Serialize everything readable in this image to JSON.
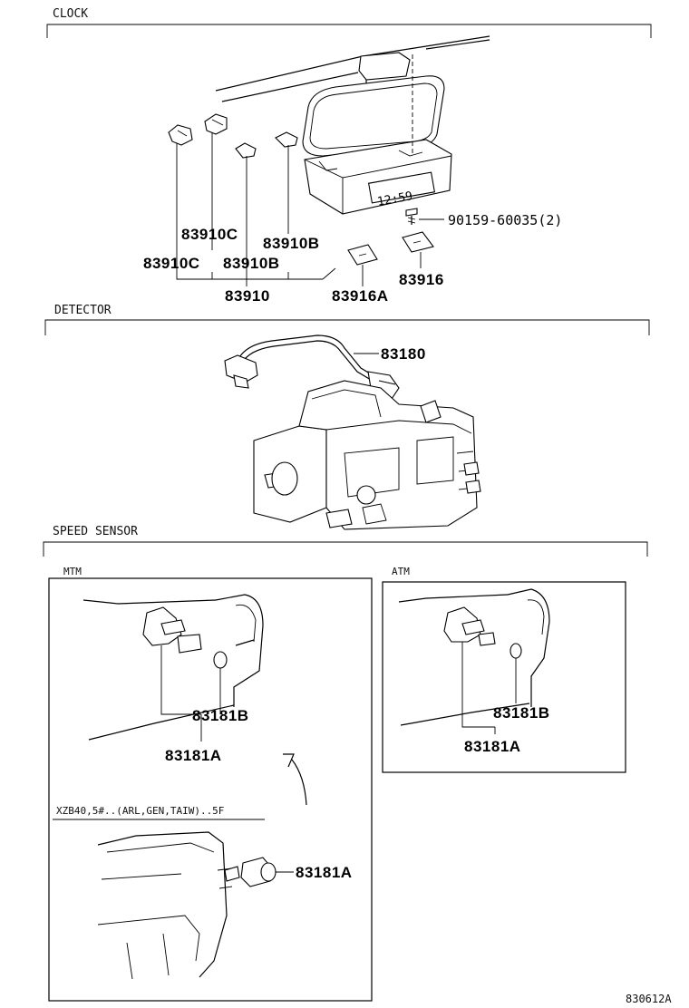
{
  "sections": {
    "clock": "CLOCK",
    "detector": "DETECTOR",
    "speed_sensor": "SPEED SENSOR"
  },
  "subsections": {
    "mtm": "MTM",
    "atm": "ATM",
    "variant_note": "XZB40,5#..(ARL,GEN,TAIW)..5F"
  },
  "clock_parts": {
    "p83910C_a": "83910C",
    "p83910B_a": "83910B",
    "p83910C_b": "83910C",
    "p83910B_b": "83910B",
    "p83910": "83910",
    "p83916A": "83916A",
    "p83916": "83916",
    "screw": "90159-60035(2)",
    "display": "12:59"
  },
  "detector_parts": {
    "p83180": "83180"
  },
  "speed_parts": {
    "mtm_83181B": "83181B",
    "mtm_83181A": "83181A",
    "atm_83181B": "83181B",
    "atm_83181A": "83181A",
    "variant_83181A": "83181A"
  },
  "figure_id": "830612A"
}
